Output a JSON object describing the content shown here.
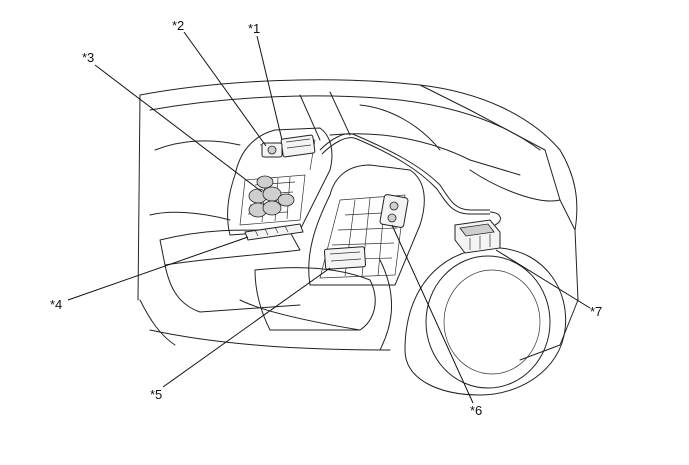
{
  "callouts": [
    {
      "id": "c1",
      "label": "*1"
    },
    {
      "id": "c2",
      "label": "*2"
    },
    {
      "id": "c3",
      "label": "*3"
    },
    {
      "id": "c4",
      "label": "*4"
    },
    {
      "id": "c5",
      "label": "*5"
    },
    {
      "id": "c6",
      "label": "*6"
    },
    {
      "id": "c7",
      "label": "*7"
    }
  ]
}
